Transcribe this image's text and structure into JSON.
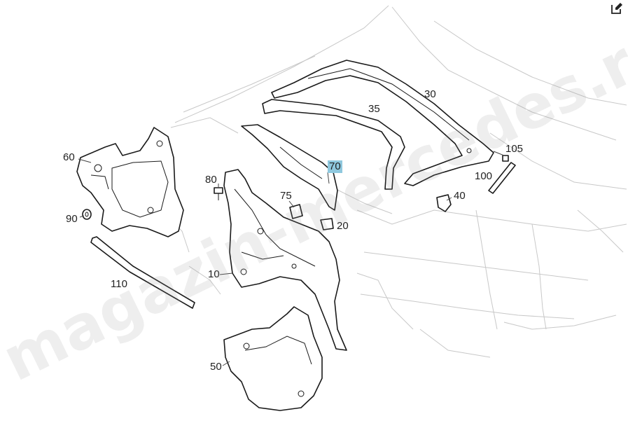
{
  "diagram": {
    "callouts": [
      {
        "id": "60",
        "label": "60"
      },
      {
        "id": "90",
        "label": "90"
      },
      {
        "id": "110",
        "label": "110"
      },
      {
        "id": "80",
        "label": "80"
      },
      {
        "id": "10",
        "label": "10"
      },
      {
        "id": "75",
        "label": "75"
      },
      {
        "id": "70",
        "label": "70",
        "highlighted": true
      },
      {
        "id": "20",
        "label": "20"
      },
      {
        "id": "35",
        "label": "35"
      },
      {
        "id": "30",
        "label": "30"
      },
      {
        "id": "105",
        "label": "105"
      },
      {
        "id": "100",
        "label": "100"
      },
      {
        "id": "40",
        "label": "40"
      },
      {
        "id": "50",
        "label": "50"
      }
    ],
    "highlight_color": "#8fc8de"
  },
  "watermark": {
    "text": "magazin-mercedes.ru"
  },
  "toolbar": {
    "edit_icon": "edit-icon"
  }
}
